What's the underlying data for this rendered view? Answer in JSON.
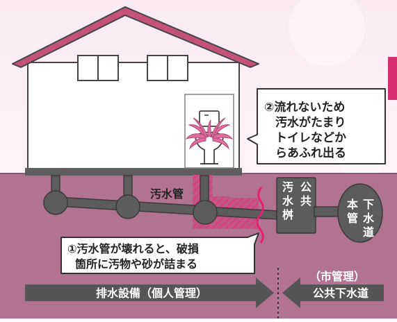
{
  "colors": {
    "sky_top": "#fbeef4",
    "sky_bottom": "#fdf6f9",
    "roof": "#c4537c",
    "house_wall": "#ffffff",
    "house_outline": "#444444",
    "foundation": "#5e5e5e",
    "ground": "#b1738f",
    "pipe": "#5c5c5c",
    "blockage_hatch": "#d0306e",
    "overflow_splash": "#de6c9c",
    "crack": "#e81e6e",
    "arrow_bar": "#555555",
    "divider_dots": "#333333",
    "accent_tab": "#d52f6f"
  },
  "labels": {
    "pipe_label": "汚水管",
    "callout_overflow": [
      "②流れないため",
      "汚水がたまり",
      "トイレなどか",
      "らあふれ出る"
    ],
    "callout_broken": [
      "①汚水管が壊れると、破損",
      "箇所に汚物や砂が詰まる"
    ],
    "public_basin": [
      "公",
      "共",
      "汚",
      "水",
      "桝"
    ],
    "sewer_main": [
      "下",
      "水",
      "道",
      "本",
      "管"
    ],
    "city_managed": "（市管理）",
    "drainage_private": "排水設備（個人管理）",
    "public_sewer": "公共下水道"
  },
  "icons": [
    "toilet-icon",
    "overflow-splash-icon",
    "pipe-crack-icon"
  ]
}
